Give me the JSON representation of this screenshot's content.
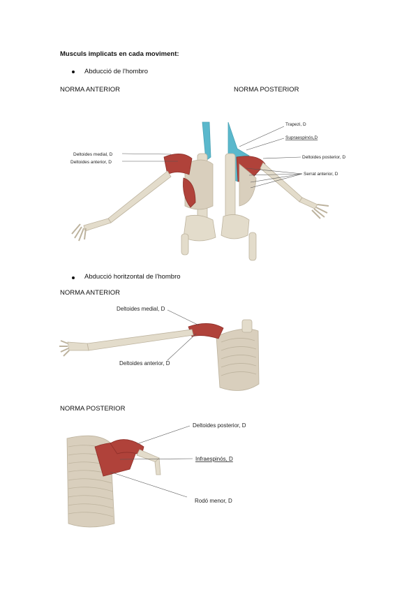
{
  "heading": "Musculs implicats en cada moviment:",
  "section1": {
    "bullet": "Abducció de l'hombro",
    "anterior_title": "NORMA ANTERIOR",
    "posterior_title": "NORMA POSTERIOR",
    "anterior_labels": [
      "Deltoides medial, D",
      "Deltoides anterior, D"
    ],
    "posterior_labels": [
      "Trapezi, D",
      "Supraespinós,D",
      "Deltoides posterior, D",
      "Serrat anterior, D"
    ]
  },
  "section2": {
    "bullet": "Abducció horitzontal de l'hombro",
    "anterior_title": "NORMA ANTERIOR",
    "anterior_labels": [
      "Deltoides medial, D",
      "Deltoides anterior, D"
    ],
    "posterior_title": "NORMA POSTERIOR",
    "posterior_labels": [
      "Deltoides posterior, D",
      "Infraespinós, D",
      "Rodó menor, D"
    ]
  },
  "colors": {
    "bone": "#e3dccb",
    "muscle": "#b0423a",
    "trapezius": "#5ab8cc"
  }
}
